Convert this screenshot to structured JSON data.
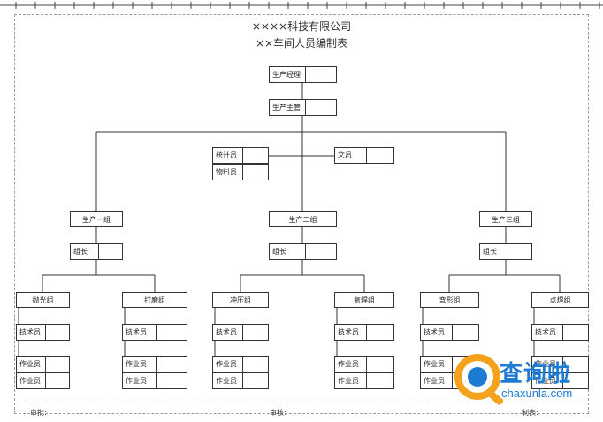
{
  "header": {
    "company": "××××科技有限公司",
    "subtitle": "××车间人员编制表"
  },
  "nodes": {
    "manager": "生产经理",
    "supervisor": "生产主管",
    "statistician": "统计员",
    "material_keeper": "物料员",
    "clerk": "文员",
    "group1": "生产一组",
    "group2": "生产二组",
    "group3": "生产三组",
    "leader": "组长",
    "polish": "抛光组",
    "grind": "打磨组",
    "stamp": "冲压组",
    "weld": "氩焊组",
    "bend": "弯形组",
    "spot": "点焊组",
    "tech": "技术员",
    "worker": "作业员"
  },
  "footer": {
    "approve": "审批:",
    "review": "审核:",
    "prepare": "制表:"
  },
  "watermark": {
    "text": "查询啦",
    "domain": "chaxunla.com",
    "color": "#1e7bd3",
    "icon": "magnifier-logo-icon"
  }
}
